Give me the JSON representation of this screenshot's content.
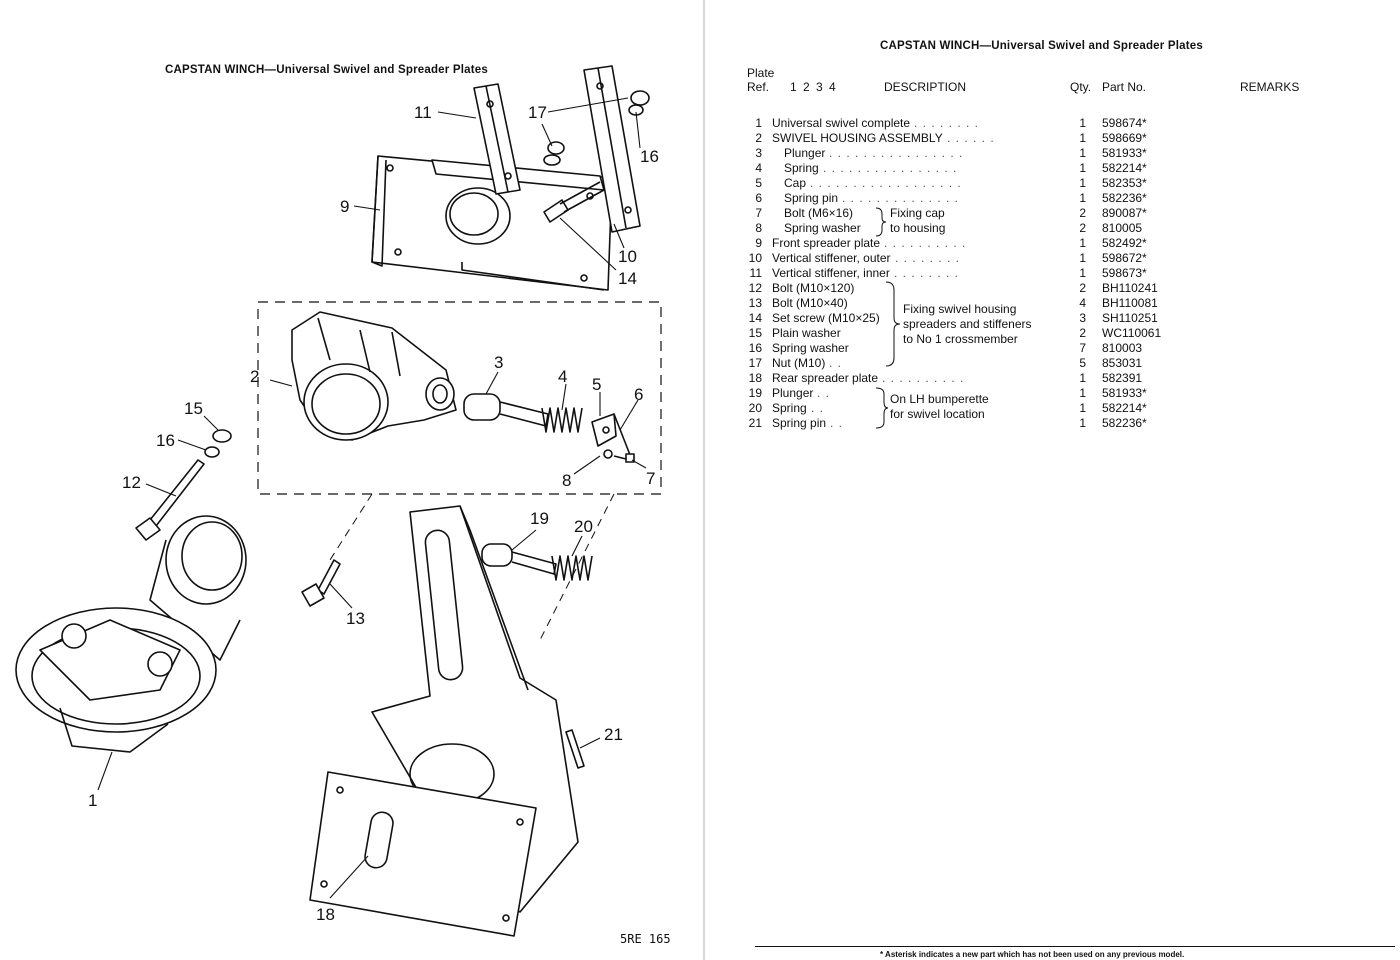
{
  "left_page": {
    "title": "CAPSTAN  WINCH—Universal Swivel and Spreader Plates",
    "drawing_code": "5RE  165",
    "callouts": [
      "1",
      "2",
      "3",
      "4",
      "5",
      "6",
      "7",
      "8",
      "9",
      "10",
      "11",
      "12",
      "13",
      "14",
      "15",
      "16",
      "17",
      "18",
      "19",
      "20",
      "21"
    ]
  },
  "right_page": {
    "title": "CAPSTAN  WINCH—Universal Swivel and Spreader Plates",
    "headers": {
      "plate": "Plate",
      "ref": "Ref.",
      "levels": "1 2 3 4",
      "description": "DESCRIPTION",
      "qty": "Qty.",
      "part_no": "Part No.",
      "remarks": "REMARKS"
    },
    "rows": [
      {
        "ref": "1",
        "desc": "Universal swivel complete",
        "dots": "  . .     . .     . .     . .",
        "qty": "1",
        "part": "598674*"
      },
      {
        "ref": "2",
        "desc": "SWIVEL HOUSING ASSEMBLY",
        "dots": "    . .     . .     . .",
        "qty": "1",
        "part": "598669*"
      },
      {
        "ref": "3",
        "desc": "Plunger",
        "dots": "  . .   . .   . .   . .   . .   . .   . .   . .",
        "qty": "1",
        "part": "581933*"
      },
      {
        "ref": "4",
        "desc": "Spring",
        "dots": "  . .   . .   . .   . .   . .   . .   . .   . .",
        "qty": "1",
        "part": "582214*"
      },
      {
        "ref": "5",
        "desc": "Cap",
        "dots": "   . .   . .   . .   . .   . .   . .   . .   . .   . .",
        "qty": "1",
        "part": "582353*"
      },
      {
        "ref": "6",
        "desc": "Spring pin",
        "dots": "  . .   . .   . .   . .   . .   . .   . .",
        "qty": "1",
        "part": "582236*"
      },
      {
        "ref": "7",
        "desc": "Bolt (M6×16)",
        "dots": "",
        "qty": "2",
        "part": "890087*"
      },
      {
        "ref": "8",
        "desc": "Spring washer",
        "dots": "",
        "qty": "2",
        "part": "810005"
      },
      {
        "ref": "9",
        "desc": "Front spreader plate",
        "dots": "  . .   . .   . .   . .   . .",
        "qty": "1",
        "part": "582492*"
      },
      {
        "ref": "10",
        "desc": "Vertical stiffener, outer",
        "dots": "  . .   . .   . .   . .",
        "qty": "1",
        "part": "598672*"
      },
      {
        "ref": "11",
        "desc": "Vertical stiffener, inner",
        "dots": "  . .   . .   . .   . .",
        "qty": "1",
        "part": "598673*"
      },
      {
        "ref": "12",
        "desc": "Bolt (M10×120)",
        "dots": "",
        "qty": "2",
        "part": "BH110241"
      },
      {
        "ref": "13",
        "desc": "Bolt (M10×40)",
        "dots": "",
        "qty": "4",
        "part": "BH110081"
      },
      {
        "ref": "14",
        "desc": "Set screw (M10×25)",
        "dots": "",
        "qty": "3",
        "part": "SH110251"
      },
      {
        "ref": "15",
        "desc": "Plain washer",
        "dots": "",
        "qty": "2",
        "part": "WC110061"
      },
      {
        "ref": "16",
        "desc": "Spring washer",
        "dots": "",
        "qty": "7",
        "part": "810003"
      },
      {
        "ref": "17",
        "desc": "Nut (M10)",
        "dots": " . .",
        "qty": "5",
        "part": "853031"
      },
      {
        "ref": "18",
        "desc": "Rear spreader plate",
        "dots": "   . .   . .   . .   . .   . .",
        "qty": "1",
        "part": "582391"
      },
      {
        "ref": "19",
        "desc": "Plunger",
        "dots": "  . .",
        "qty": "1",
        "part": "581933*"
      },
      {
        "ref": "20",
        "desc": "Spring",
        "dots": "  . .",
        "qty": "1",
        "part": "582214*"
      },
      {
        "ref": "21",
        "desc": "Spring pin",
        "dots": " . .",
        "qty": "1",
        "part": "582236*"
      }
    ],
    "group_notes": {
      "cap": [
        "Fixing cap",
        "to housing"
      ],
      "swivel": [
        "Fixing swivel housing",
        "spreaders and stiffeners",
        "to No 1 crossmember"
      ],
      "bumperette": [
        "On LH bumperette",
        "for swivel location"
      ]
    },
    "footnote": "* Asterisk indicates a new part which has not been used on any previous model."
  }
}
